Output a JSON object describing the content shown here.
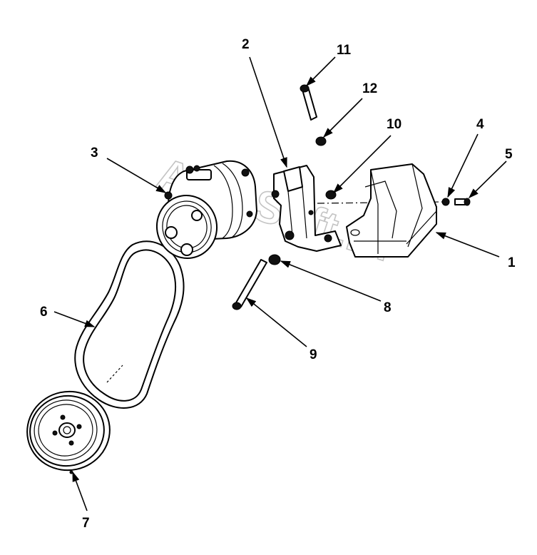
{
  "watermark": "AutoSoft.ru",
  "callouts": [
    {
      "id": "1",
      "label": "1"
    },
    {
      "id": "2",
      "label": "2"
    },
    {
      "id": "3",
      "label": "3"
    },
    {
      "id": "4",
      "label": "4"
    },
    {
      "id": "5",
      "label": "5"
    },
    {
      "id": "6",
      "label": "6"
    },
    {
      "id": "7",
      "label": "7"
    },
    {
      "id": "8",
      "label": "8"
    },
    {
      "id": "9",
      "label": "9"
    },
    {
      "id": "10",
      "label": "10"
    },
    {
      "id": "11",
      "label": "11"
    },
    {
      "id": "12",
      "label": "12"
    }
  ]
}
